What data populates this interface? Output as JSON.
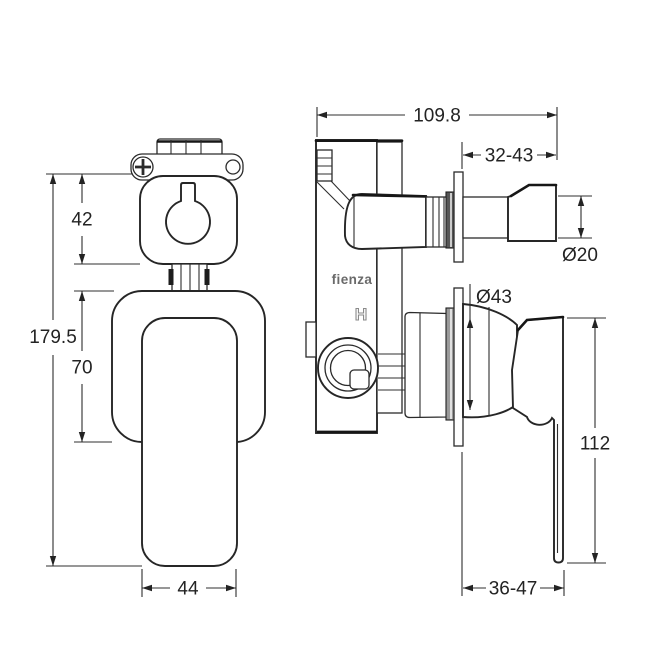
{
  "drawing": {
    "type": "technical-dimension-diagram",
    "subject": "wall mixer with diverter, front and side views",
    "labels": {
      "brand": "fienza",
      "hot": "H"
    },
    "dims": {
      "front": {
        "knob_height": "42",
        "overall_height": "179.5",
        "plate_height": "70",
        "handle_width": "44"
      },
      "side": {
        "overall_depth": "109.8",
        "diverter_wall_range": "32-43",
        "diverter_dia": "Ø20",
        "plate_dia": "Ø43",
        "handle_length": "112",
        "handle_wall_range": "36-47"
      }
    },
    "colors": {
      "line": "#2b2b2b",
      "seal_dark": "#565656",
      "seal_light": "#9a9a9a",
      "brand_text": "#6a6a6a",
      "background": "#ffffff"
    }
  }
}
